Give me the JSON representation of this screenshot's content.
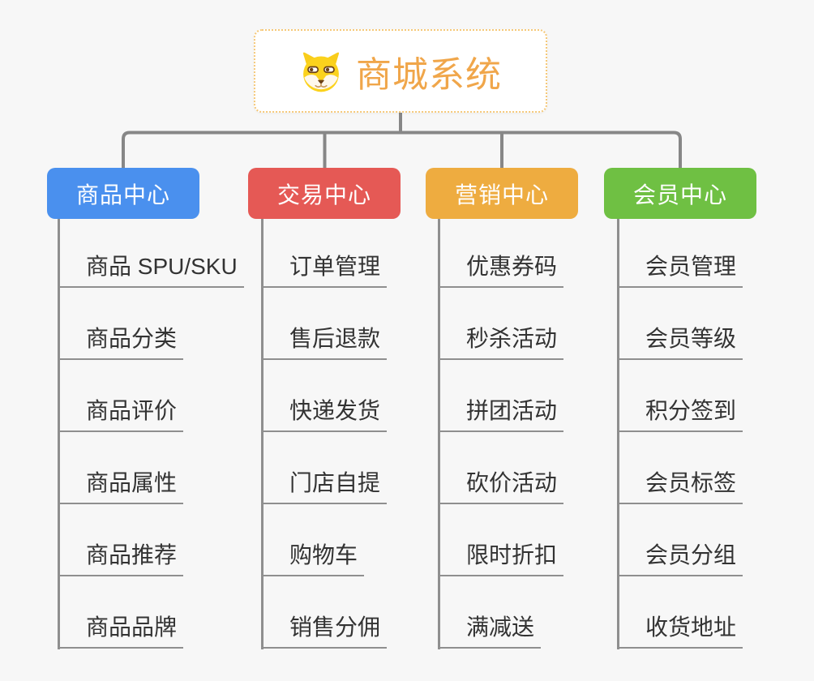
{
  "page": {
    "background": "#f7f7f7"
  },
  "connectors": {
    "tree_color": "#878787",
    "child_line_color": "#8f8f8f"
  },
  "root": {
    "label": "商城系统",
    "icon": "dog-face-icon",
    "text_color": "#f0a64a",
    "border_color": "#f5c878",
    "background": "#ffffff"
  },
  "branches": [
    {
      "label": "商品中心",
      "color": "#4a90ee",
      "items": [
        "商品 SPU/SKU",
        "商品分类",
        "商品评价",
        "商品属性",
        "商品推荐",
        "商品品牌"
      ]
    },
    {
      "label": "交易中心",
      "color": "#e55955",
      "items": [
        "订单管理",
        "售后退款",
        "快递发货",
        "门店自提",
        "购物车",
        "销售分佣"
      ]
    },
    {
      "label": "营销中心",
      "color": "#eeac40",
      "items": [
        "优惠券码",
        "秒杀活动",
        "拼团活动",
        "砍价活动",
        "限时折扣",
        "满减送"
      ]
    },
    {
      "label": "会员中心",
      "color": "#6fc043",
      "items": [
        "会员管理",
        "会员等级",
        "积分签到",
        "会员标签",
        "会员分组",
        "收货地址"
      ]
    }
  ]
}
